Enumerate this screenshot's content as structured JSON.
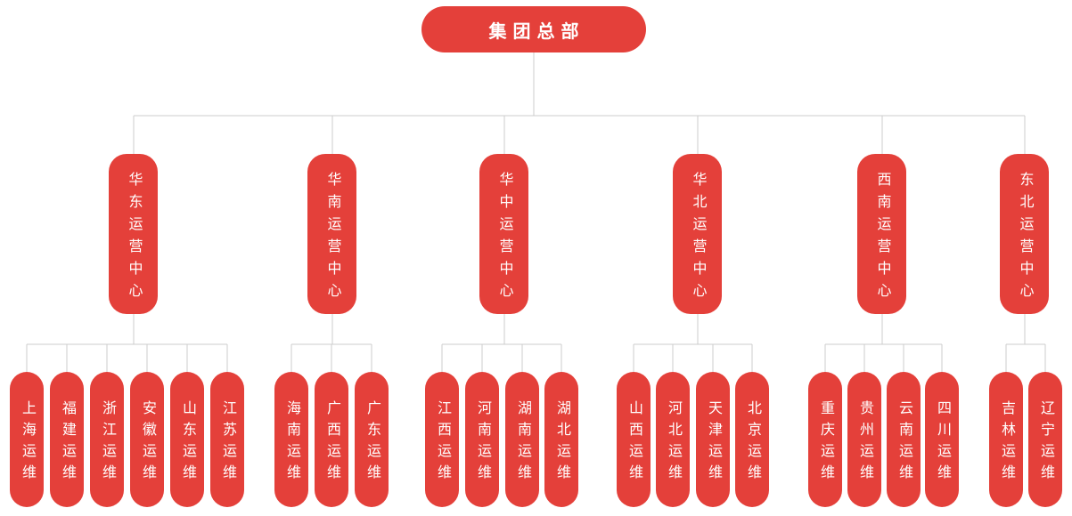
{
  "colors": {
    "node-bg": "#e4403a",
    "node-text": "#ffffff",
    "connector": "#cccccc",
    "page-bg": "#ffffff"
  },
  "org": {
    "root": {
      "label": "集团总部"
    },
    "centers": [
      {
        "label": "华东运营中心",
        "children": [
          {
            "label": "上海运维"
          },
          {
            "label": "福建运维"
          },
          {
            "label": "浙江运维"
          },
          {
            "label": "安徽运维"
          },
          {
            "label": "山东运维"
          },
          {
            "label": "江苏运维"
          }
        ]
      },
      {
        "label": "华南运营中心",
        "children": [
          {
            "label": "海南运维"
          },
          {
            "label": "广西运维"
          },
          {
            "label": "广东运维"
          }
        ]
      },
      {
        "label": "华中运营中心",
        "children": [
          {
            "label": "江西运维"
          },
          {
            "label": "河南运维"
          },
          {
            "label": "湖南运维"
          },
          {
            "label": "湖北运维"
          }
        ]
      },
      {
        "label": "华北运营中心",
        "children": [
          {
            "label": "山西运维"
          },
          {
            "label": "河北运维"
          },
          {
            "label": "天津运维"
          },
          {
            "label": "北京运维"
          }
        ]
      },
      {
        "label": "西南运营中心",
        "children": [
          {
            "label": "重庆运维"
          },
          {
            "label": "贵州运维"
          },
          {
            "label": "云南运维"
          },
          {
            "label": "四川运维"
          }
        ]
      },
      {
        "label": "东北运营中心",
        "children": [
          {
            "label": "吉林运维"
          },
          {
            "label": "辽宁运维"
          }
        ]
      }
    ]
  }
}
